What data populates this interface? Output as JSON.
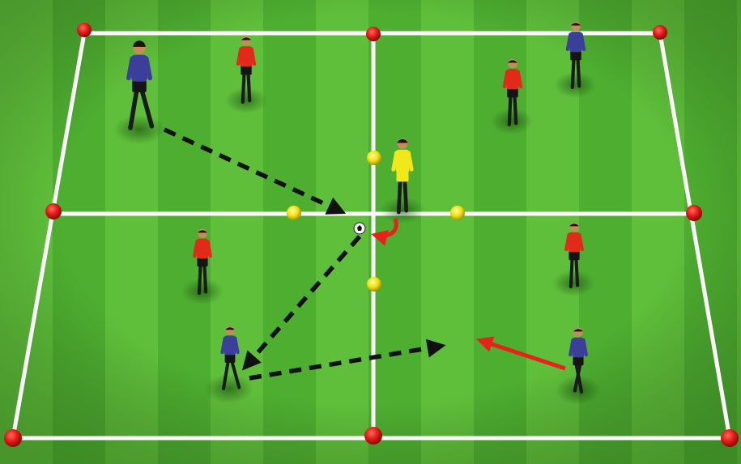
{
  "colors": {
    "grass_light": "#5fbf3a",
    "grass_dark": "#4aa82c",
    "lines": "#ffffff",
    "cone_red": "#e01818",
    "cone_yellow": "#f2e20c",
    "team_blue": "#3b3f9a",
    "team_red": "#e22a1a",
    "neutral_yellow": "#f1e81a",
    "shorts": "#151515",
    "pass_arrow": "#111111",
    "run_arrow": "#e8221a"
  },
  "players": [
    {
      "team": "blue",
      "facing": "right"
    },
    {
      "team": "red",
      "facing": "down"
    },
    {
      "team": "red",
      "facing": "down"
    },
    {
      "team": "blue",
      "facing": "down"
    },
    {
      "team": "neutral",
      "facing": "down"
    },
    {
      "team": "red",
      "facing": "down"
    },
    {
      "team": "red",
      "facing": "down"
    },
    {
      "team": "blue",
      "facing": "right"
    },
    {
      "team": "blue",
      "facing": "left"
    }
  ],
  "ball": {
    "icon": "soccer-ball-icon"
  },
  "arrows": {
    "passes": 3,
    "runs": 2
  }
}
